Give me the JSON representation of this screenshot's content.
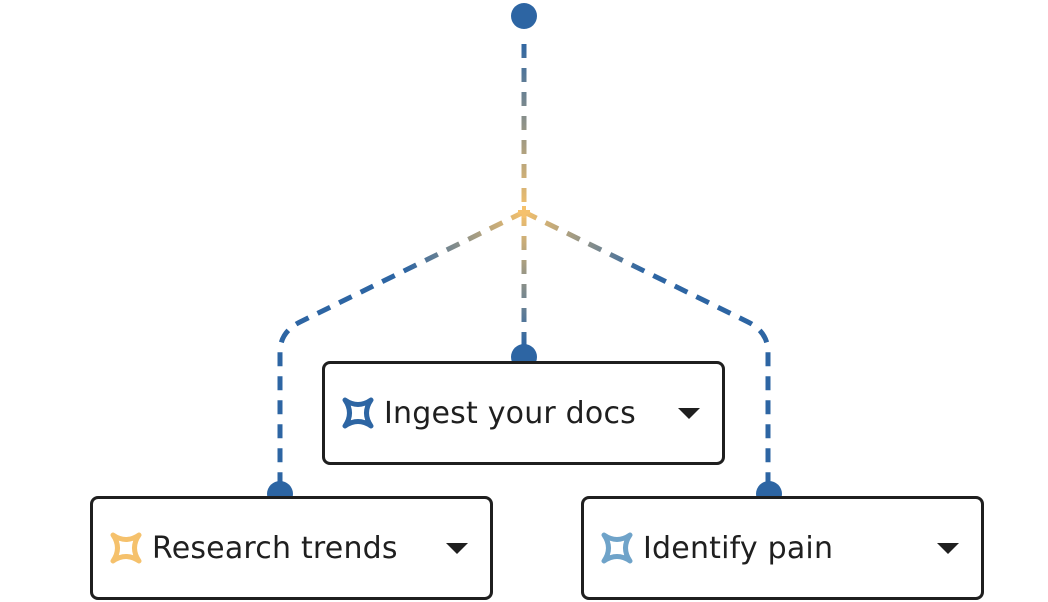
{
  "colors": {
    "primary_blue": "#2d65a3",
    "accent_yellow": "#f5c16c",
    "accent_light_blue": "#6fa3c9",
    "connector_mid": "#8c8f80",
    "border": "#1f1f1f",
    "text": "#1f1f1f"
  },
  "nodes": [
    {
      "label": "Ingest your docs",
      "icon": "sparkle-x-icon",
      "icon_color": "#2d65a3"
    },
    {
      "label": "Research trends",
      "icon": "sparkle-x-icon",
      "icon_color": "#f5c16c"
    },
    {
      "label": "Identify pain",
      "icon": "sparkle-x-icon",
      "icon_color": "#6fa3c9"
    }
  ],
  "dropdown_icon": "caret-down-icon"
}
